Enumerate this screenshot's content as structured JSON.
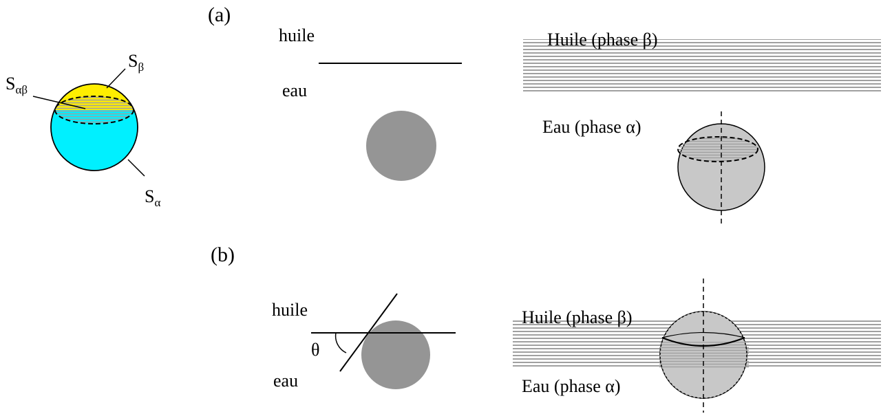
{
  "panel_labels": {
    "a": "(a)",
    "b": "(b)"
  },
  "sphere_diagram": {
    "surface_alpha": {
      "base": "S",
      "sub": "α"
    },
    "surface_beta": {
      "base": "S",
      "sub": "β"
    },
    "surface_alpha_beta": {
      "base": "S",
      "sub": "αβ"
    }
  },
  "panel_a": {
    "left_oil_label": "huile",
    "left_water_label": "eau",
    "right_oil_label": "Huile (phase β)",
    "right_water_label": "Eau (phase α)"
  },
  "panel_b": {
    "left_oil_label": "huile",
    "left_water_label": "eau",
    "angle_label": "θ",
    "right_oil_label": "Huile (phase β)",
    "right_water_label": "Eau (phase α)"
  },
  "colors": {
    "water_fill": "#00f0ff",
    "oil_cap_fill": "#ffee00",
    "particle_fill": "#959595",
    "particle_light_fill": "#c8c8c8",
    "hatch_line": "#a0a0a0",
    "stroke": "#000000"
  }
}
